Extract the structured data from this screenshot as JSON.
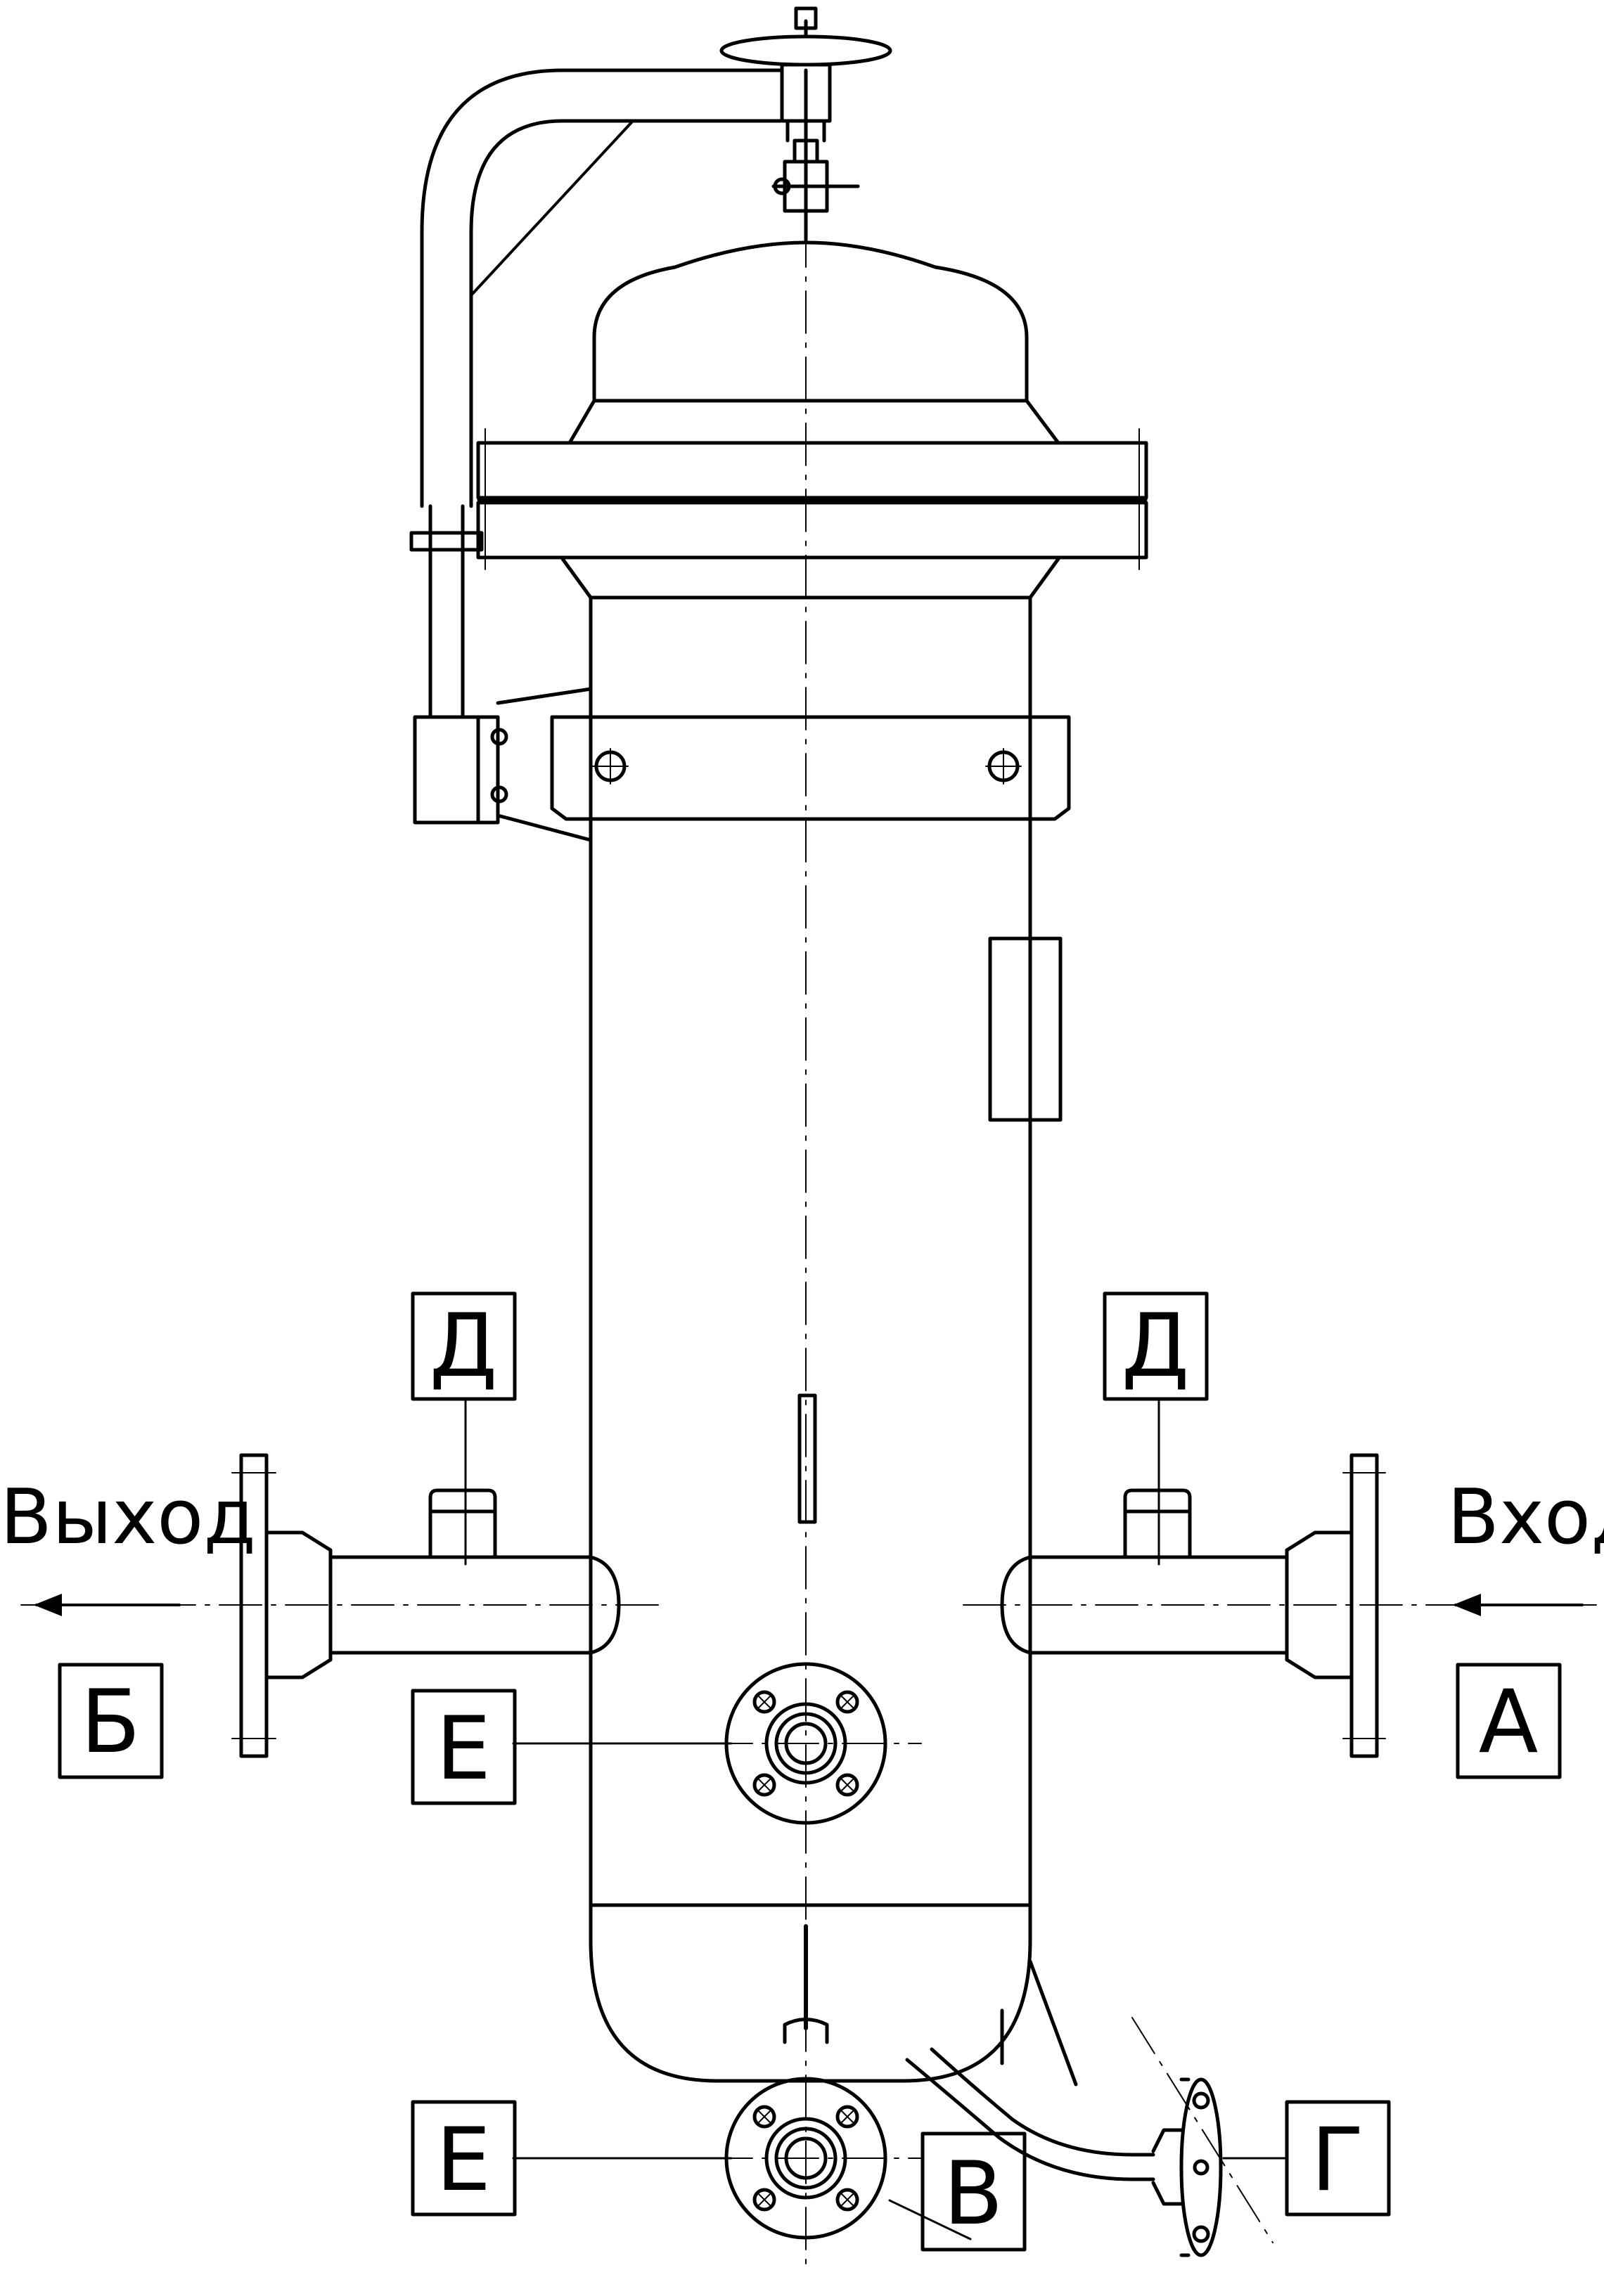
{
  "labels": {
    "exit_text": "Выход",
    "entry_text": "Вход",
    "port_a": "А",
    "port_b": "Б",
    "port_v": "В",
    "port_g": "Г",
    "port_d_left": "Д",
    "port_d_right": "Д",
    "port_e_upper": "Е",
    "port_e_lower": "Е"
  },
  "colors": {
    "line": "#000000",
    "background": "#ffffff"
  }
}
